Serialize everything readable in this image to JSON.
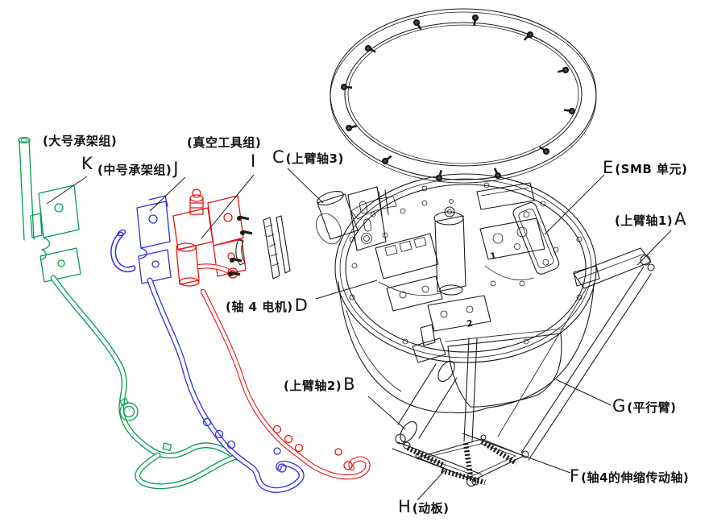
{
  "parts": {
    "a": {
      "letter": "A",
      "name": "(上臂轴1)"
    },
    "b": {
      "letter": "B",
      "name": "(上臂轴2)"
    },
    "c": {
      "letter": "C",
      "name": "(上臂轴3)"
    },
    "d": {
      "letter": "D",
      "name": "(轴 4 电机)"
    },
    "e": {
      "letter": "E",
      "name": "(SMB 单元)"
    },
    "f": {
      "letter": "F",
      "name": "(轴4的伸缩传动轴)"
    },
    "g": {
      "letter": "G",
      "name": "(平行臂)"
    },
    "h": {
      "letter": "H",
      "name": "(动板)"
    },
    "i": {
      "letter": "I",
      "name": "(真空工具组)"
    },
    "j": {
      "letter": "J",
      "name": "(中号承架组)"
    },
    "k": {
      "letter": "K",
      "name": "(大号承架组)"
    }
  },
  "markings": {
    "m1": "1",
    "m2": "2"
  },
  "colors": {
    "large_carrier_group": "#009e4c",
    "medium_carrier_group": "#2e2ee0",
    "vacuum_tool_group": "#e81111",
    "line_art": "#1b1b1b"
  }
}
